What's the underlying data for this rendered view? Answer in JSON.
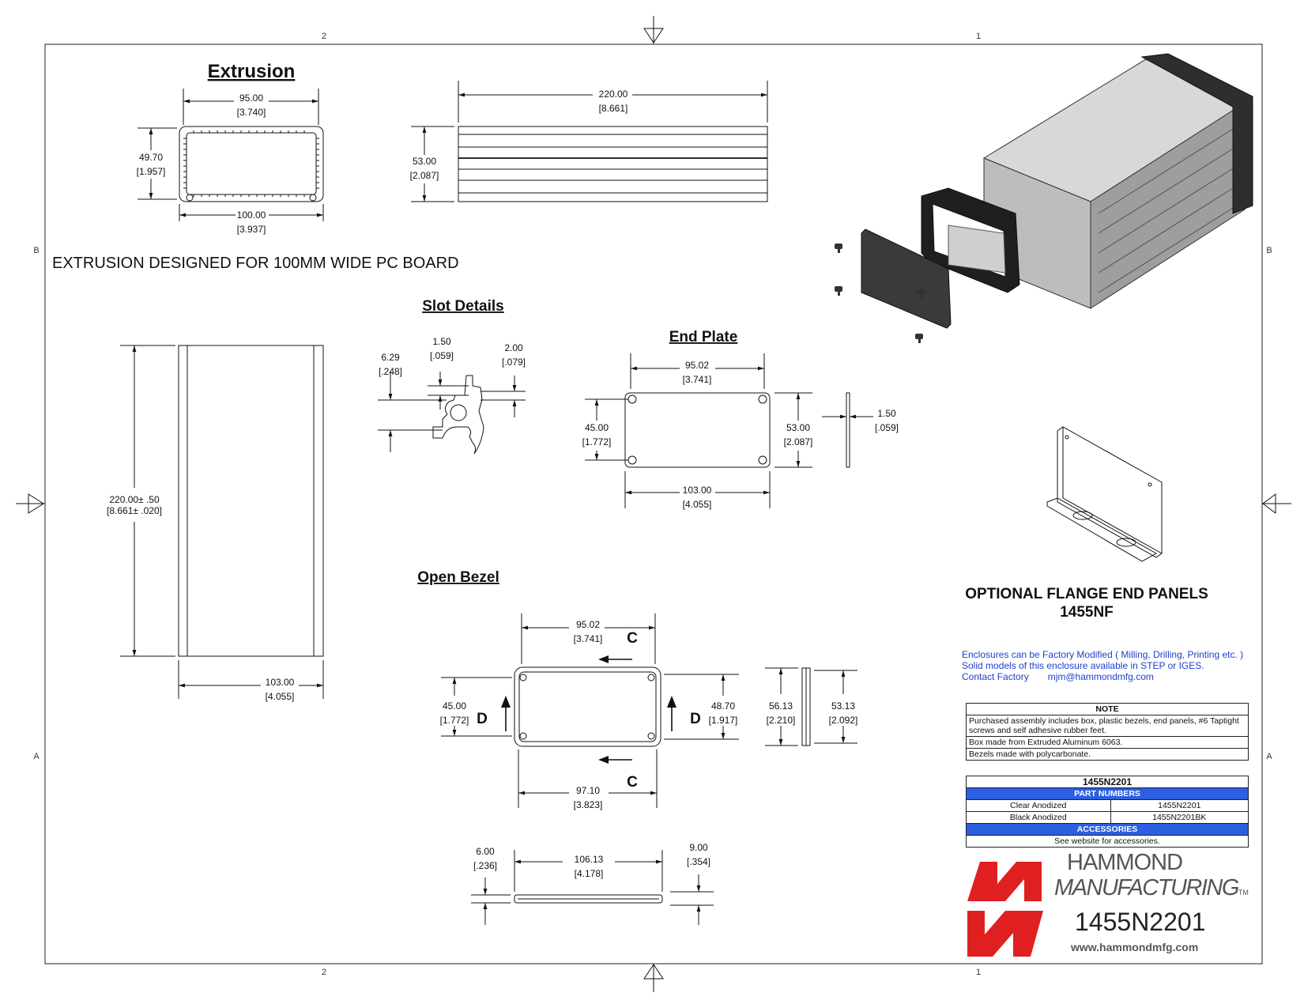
{
  "colors": {
    "accent_blue": "#2c5fe0",
    "brand_red": "#e02020",
    "note_blue": "#1f3fcc"
  },
  "zones": {
    "col_left": "2",
    "col_right": "1",
    "row_top": "B",
    "row_bottom": "A"
  },
  "headings": {
    "extrusion": "Extrusion",
    "slot_details": "Slot Details",
    "end_plate": "End Plate",
    "open_bezel": "Open Bezel"
  },
  "design_note": "EXTRUSION DESIGNED FOR 100MM WIDE PC BOARD",
  "dims": {
    "ext_w_top": "95.00",
    "ext_w_top_in": "[3.740]",
    "ext_h": "49.70",
    "ext_h_in": "[1.957]",
    "ext_w_bot": "100.00",
    "ext_w_bot_in": "[3.937]",
    "side_len": "220.00",
    "side_len_in": "[8.661]",
    "side_h": "53.00",
    "side_h_in": "[2.087]",
    "front_len": "220.00± .50",
    "front_len_in": "[8.661± .020]",
    "front_w": "103.00",
    "front_w_in": "[4.055]",
    "slot_a": "6.29",
    "slot_a_in": "[.248]",
    "slot_b": "1.50",
    "slot_b_in": "[.059]",
    "slot_c": "2.00",
    "slot_c_in": "[.079]",
    "ep_w_top": "95.02",
    "ep_w_top_in": "[3.741]",
    "ep_h_l": "45.00",
    "ep_h_l_in": "[1.772]",
    "ep_h_r": "53.00",
    "ep_h_r_in": "[2.087]",
    "ep_w_bot": "103.00",
    "ep_w_bot_in": "[4.055]",
    "ep_t": "1.50",
    "ep_t_in": "[.059]",
    "bz_w_top": "95.02",
    "bz_w_top_in": "[3.741]",
    "bz_h_l": "45.00",
    "bz_h_l_in": "[1.772]",
    "bz_h_r": "48.70",
    "bz_h_r_in": "[1.917]",
    "bz_side_h1": "56.13",
    "bz_side_h1_in": "[2.210]",
    "bz_side_h2": "53.13",
    "bz_side_h2_in": "[2.092]",
    "bz_w_bot": "97.10",
    "bz_w_bot_in": "[3.823]",
    "bz_len": "106.13",
    "bz_len_in": "[4.178]",
    "bz_d1": "6.00",
    "bz_d1_in": "[.236]",
    "bz_d2": "9.00",
    "bz_d2_in": "[.354]"
  },
  "section_labels": {
    "c": "C",
    "d": "D"
  },
  "flange": {
    "title": "OPTIONAL FLANGE END PANELS",
    "part": "1455NF"
  },
  "blue_notes": {
    "line1": "Enclosures can be Factory Modified ( Milling, Drilling, Printing etc. )",
    "line2": "Solid models of this enclosure available in STEP or IGES.",
    "contact_label": "Contact Factory",
    "email": "mjm@hammondmfg.com"
  },
  "note_table": {
    "header": "NOTE",
    "rows": [
      "Purchased assembly includes box, plastic bezels, end panels, #6 Taptight screws and self adhesive rubber feet.",
      "Box made from Extruded Aluminum 6063.",
      "Bezels made with polycarbonate."
    ]
  },
  "parts_table": {
    "title": "1455N2201",
    "part_numbers_header": "PART NUMBERS",
    "rows": [
      {
        "finish": "Clear Anodized",
        "part": "1455N2201"
      },
      {
        "finish": "Black Anodized",
        "part": "1455N2201BK"
      }
    ],
    "accessories_header": "ACCESSORIES",
    "accessories_text": "See website for accessories."
  },
  "brand": {
    "line1": "HAMMOND",
    "line2": "MANUFACTURING",
    "tm": "TM",
    "model": "1455N2201",
    "website": "www.hammondmfg.com"
  }
}
